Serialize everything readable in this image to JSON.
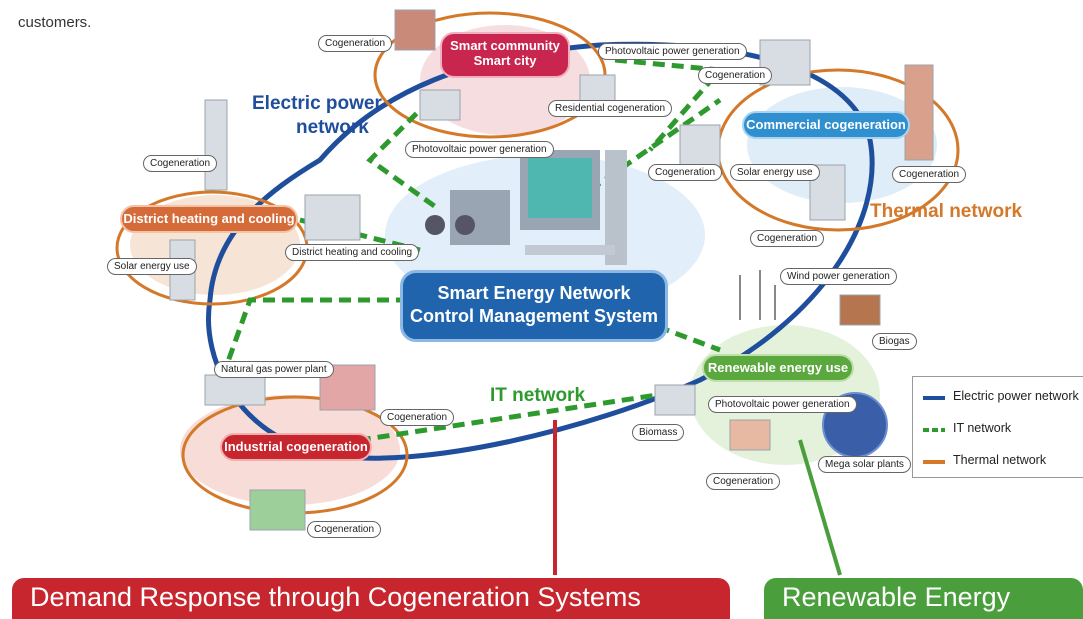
{
  "intro_text": "customers.",
  "network_labels": {
    "electric_line1": "Electric power",
    "electric_line2": "network",
    "thermal": "Thermal network",
    "it": "IT network"
  },
  "center_system": {
    "line1": "Smart Energy Network",
    "line2": "Control Management System"
  },
  "hubs": {
    "smart_community_line1": "Smart community",
    "smart_community_line2": "Smart city",
    "commercial": "Commercial cogeneration",
    "district": "District heating and cooling",
    "industrial": "Industrial cogeneration",
    "renewable": "Renewable energy use"
  },
  "tags": {
    "cogen_top": "Cogeneration",
    "pv_top": "Photovoltaic power generation",
    "cogen_top_right": "Cogeneration",
    "residential_cogen": "Residential cogeneration",
    "pv_left": "Photovoltaic power generation",
    "cogen_left": "Cogeneration",
    "cogen_commercial": "Cogeneration",
    "solar_commercial": "Solar energy use",
    "cogen_far_right": "Cogeneration",
    "cogen_mid_right": "Cogeneration",
    "district_tag": "District heating and cooling",
    "solar_left": "Solar energy use",
    "wind": "Wind power generation",
    "biogas": "Biogas",
    "natural_gas": "Natural gas power plant",
    "cogen_industrial": "Cogeneration",
    "cogen_bottom": "Cogeneration",
    "pv_bottom": "Photovoltaic power generation",
    "biomass": "Biomass",
    "mega_solar": "Mega solar plants",
    "cogen_renewable": "Cogeneration"
  },
  "legend": [
    {
      "label": "Electric power network",
      "color": "#1f4e9c"
    },
    {
      "label": "IT network",
      "color": "#2e9a2e"
    },
    {
      "label": "Thermal network",
      "color": "#d4782a"
    }
  ],
  "banners": {
    "demand": "Demand Response through Cogeneration Systems",
    "renewable": "Renewable Energy"
  },
  "colors": {
    "electric": "#1f4e9c",
    "it": "#2e9a2e",
    "thermal": "#d4782a",
    "demand_banner": "#c8262e",
    "renewable_banner": "#4a9e3c"
  }
}
